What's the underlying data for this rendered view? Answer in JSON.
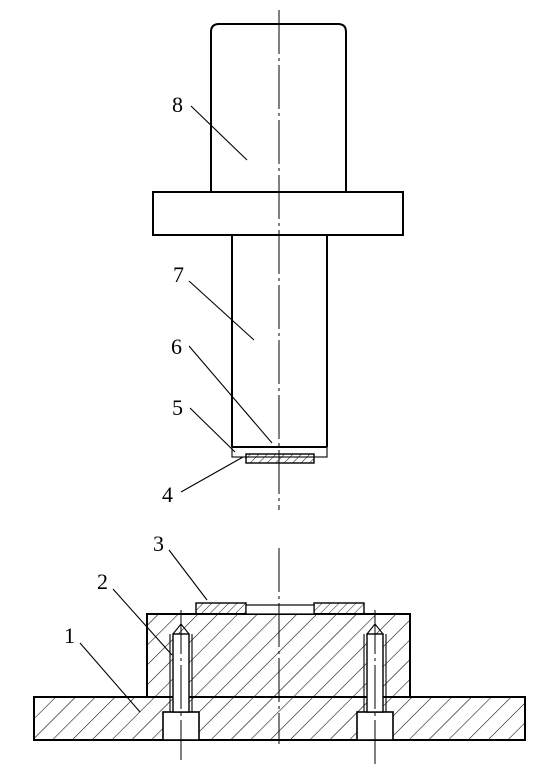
{
  "labels": [
    {
      "id": "1",
      "text": "1"
    },
    {
      "id": "2",
      "text": "2"
    },
    {
      "id": "3",
      "text": "3"
    },
    {
      "id": "4",
      "text": "4"
    },
    {
      "id": "5",
      "text": "5"
    },
    {
      "id": "6",
      "text": "6"
    },
    {
      "id": "7",
      "text": "7"
    },
    {
      "id": "8",
      "text": "8"
    }
  ],
  "colors": {
    "line": "#000000",
    "background": "#ffffff"
  }
}
